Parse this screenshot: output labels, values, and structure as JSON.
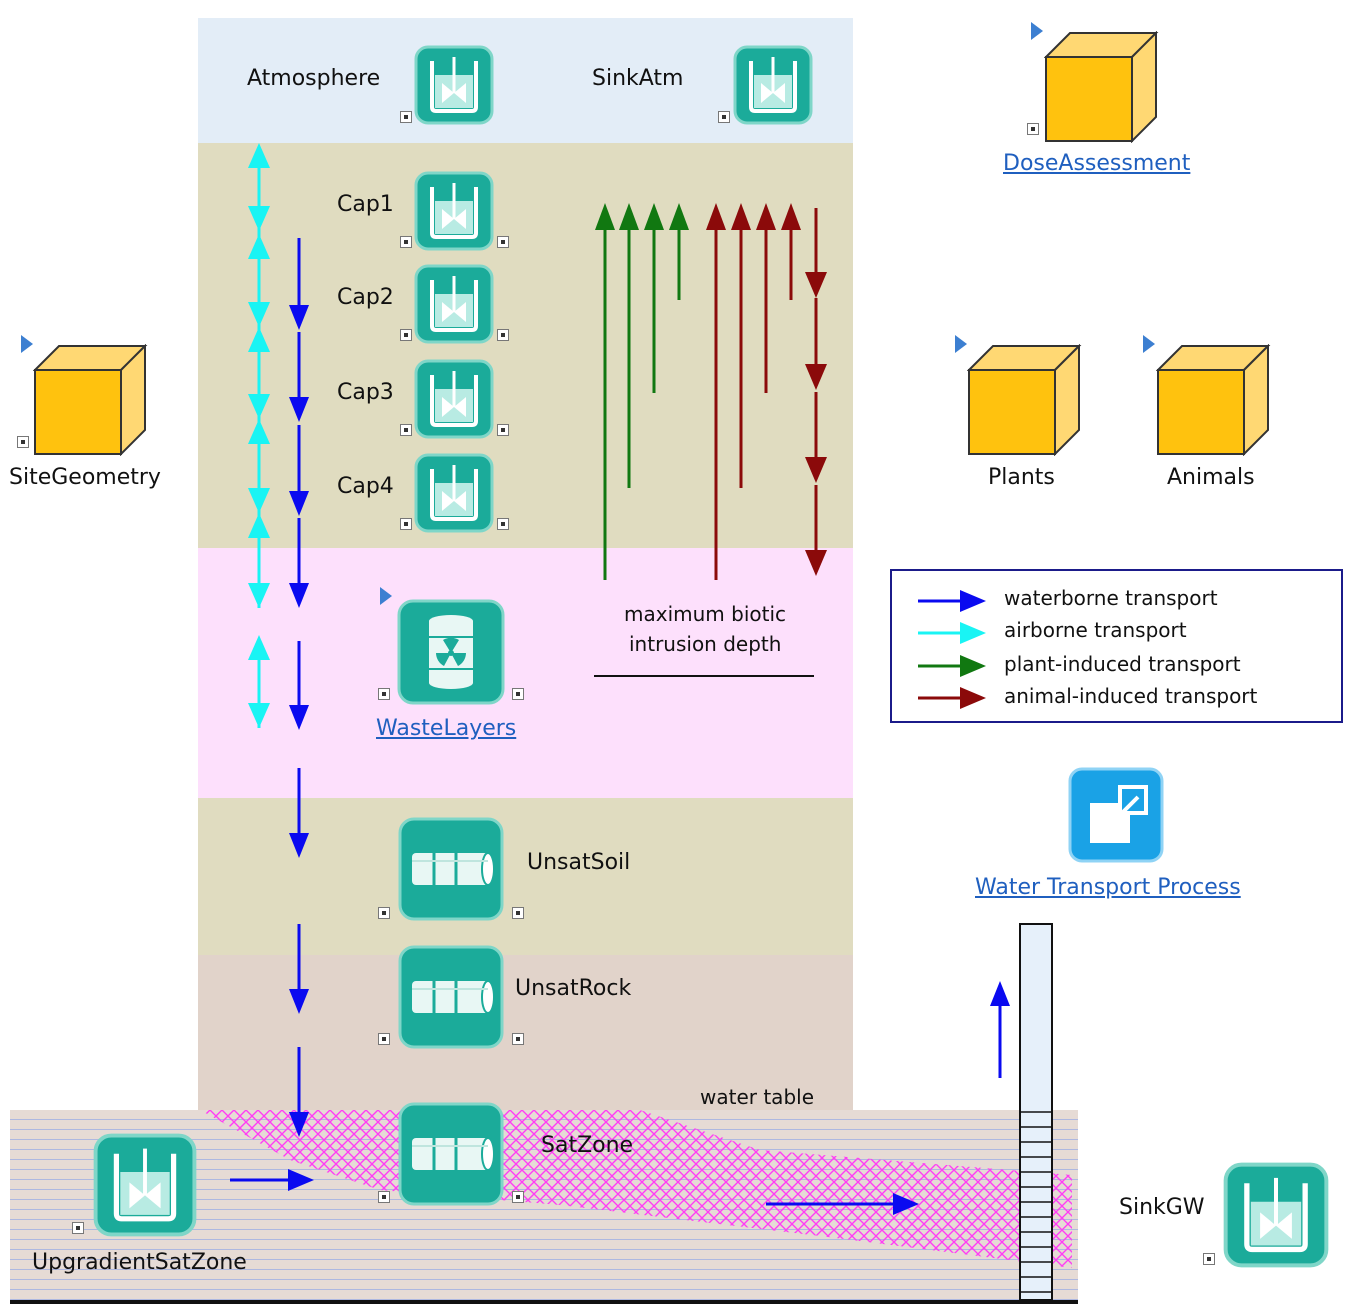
{
  "colors": {
    "atmosphere_band": "#e3edf7",
    "cap_band": "#e0dcc0",
    "waste_band": "#fde0fc",
    "unsat_soil_band": "#e0dcc0",
    "unsat_rock_band": "#e1d3ca",
    "sat_zone_band": "#e6dbd5",
    "plume": "#ff3df4",
    "container_teal": "#1bab9a",
    "folder_gold": "#ffc20e",
    "waterborne": "#0a0af0",
    "airborne": "#19f4f4",
    "plant": "#117811",
    "animal": "#8b0a0a"
  },
  "elements": {
    "atmosphere": "Atmosphere",
    "sink_atm": "SinkAtm",
    "cap1": "Cap1",
    "cap2": "Cap2",
    "cap3": "Cap3",
    "cap4": "Cap4",
    "waste_layers": "WasteLayers",
    "unsat_soil": "UnsatSoil",
    "unsat_rock": "UnsatRock",
    "sat_zone": "SatZone",
    "upgradient_sat_zone": "UpgradientSatZone",
    "sink_gw": "SinkGW"
  },
  "containers": {
    "site_geometry": "SiteGeometry",
    "dose_assessment": "DoseAssessment",
    "plants": "Plants",
    "animals": "Animals"
  },
  "annotations": {
    "biotic_depth_line1": "maximum biotic",
    "biotic_depth_line2": "intrusion depth",
    "water_table": "water table"
  },
  "legend": [
    {
      "label": "waterborne transport",
      "color": "#0a0af0"
    },
    {
      "label": "airborne transport",
      "color": "#19f4f4"
    },
    {
      "label": "plant-induced transport",
      "color": "#117811"
    },
    {
      "label": "animal-induced transport",
      "color": "#8b0a0a"
    }
  ],
  "links": {
    "water_transport_process": "Water Transport Process"
  },
  "icons": {
    "cell": "mixing-tank-icon",
    "pipe": "pipe-pathway-icon",
    "waste": "radioactive-drum-icon",
    "container": "folder-box-icon",
    "link": "external-link-icon"
  }
}
